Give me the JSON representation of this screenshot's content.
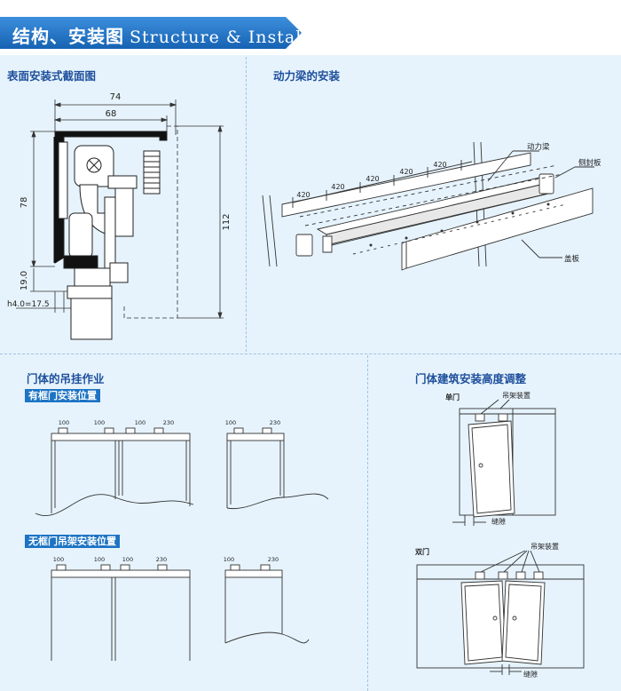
{
  "header": {
    "title_cn": "结构、安装图",
    "title_en": "Structure & Installation"
  },
  "sections": {
    "cross_section": "表面安装式截面图",
    "beam_install": "动力梁的安装",
    "hanging": "门体的吊挂作业",
    "height_adjust": "门体建筑安装高度调整"
  },
  "tags": {
    "framed": "有框门安装位置",
    "frameless": "无框门吊架安装位置"
  },
  "cross_section_dims": {
    "width_outer": "74",
    "width_inner": "68",
    "height_left": "78",
    "height_right": "112",
    "height_bottom": "19.0",
    "glass": "h4.0=17.5"
  },
  "beam_labels": {
    "spacing": [
      "420",
      "420",
      "420",
      "420",
      "420"
    ],
    "power_beam": "动力梁",
    "side_cover": "侧封板",
    "cover_plate": "盖板"
  },
  "hanging_dims": {
    "framed_double": [
      "100",
      "100",
      "100",
      "230"
    ],
    "framed_single": [
      "100",
      "230"
    ],
    "frameless_double": [
      "100",
      "100",
      "100",
      "230"
    ],
    "frameless_single": [
      "100",
      "230"
    ]
  },
  "height_labels": {
    "single_door": "单门",
    "double_door": "双门",
    "hanger_device": "吊架装置",
    "gap": "缝隙"
  },
  "colors": {
    "banner": "#1d6fc0",
    "section_title": "#1e4f9c",
    "background": "#e6f3fc"
  }
}
